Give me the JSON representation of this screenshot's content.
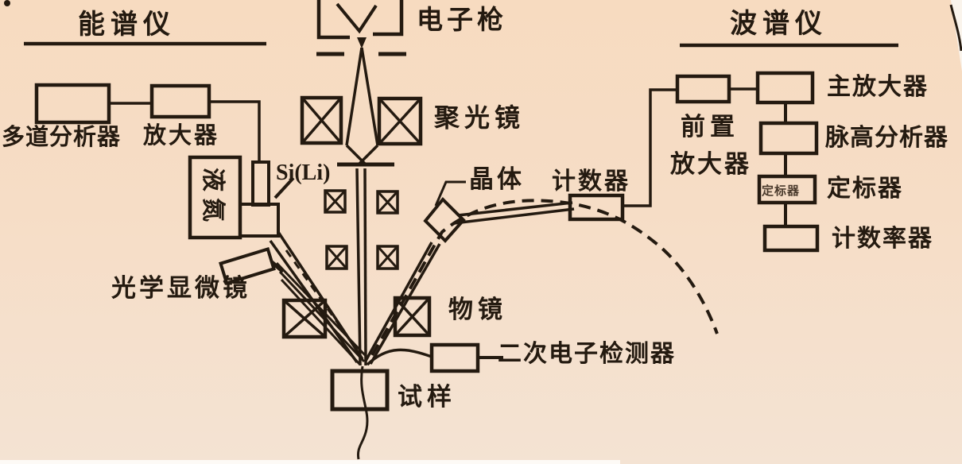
{
  "colors": {
    "background_top": "#f7dbc0",
    "background_bottom": "#f4e3d3",
    "ink": "#241a10"
  },
  "eds": {
    "title": "能谱仪",
    "multichannel_analyzer": "多道分析器",
    "amplifier": "放大器",
    "liquid_nitrogen": "液氮",
    "detector": "Si(Li)",
    "optical_microscope": "光学显微镜"
  },
  "column": {
    "electron_gun": "电子枪",
    "condenser_lens": "聚光镜",
    "objective_lens": "物镜",
    "secondary_electron_detector": "二次电子检测器",
    "specimen": "试样"
  },
  "wds": {
    "title": "波谱仪",
    "crystal": "晶体",
    "counter": "计数器",
    "preamplifier_line1": "前置",
    "preamplifier_line2": "放大器",
    "main_amplifier": "主放大器",
    "pulse_height_analyzer": "脉高分析器",
    "scaler": "定标器",
    "scaler_box_label": "定标器",
    "count_rate_meter": "计数率器"
  }
}
